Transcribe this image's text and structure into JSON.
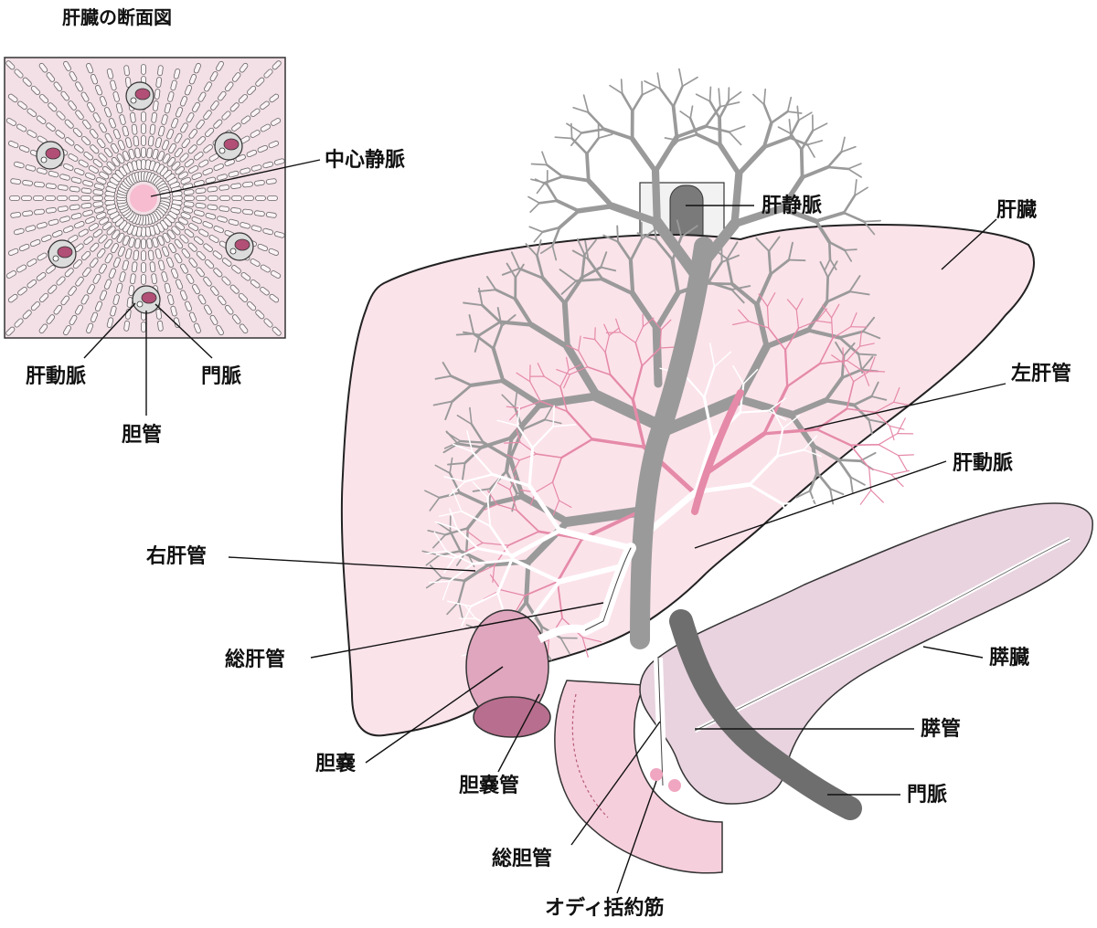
{
  "inset": {
    "title": "肝臓の断面図",
    "labels": {
      "central_vein": "中心静脈",
      "hepatic_artery": "肝動脈",
      "portal_vein": "門脈",
      "bile_duct": "胆管"
    }
  },
  "main": {
    "labels": {
      "hepatic_vein": "肝静脈",
      "liver": "肝臓",
      "left_hepatic_duct": "左肝管",
      "hepatic_artery": "肝動脈",
      "right_hepatic_duct": "右肝管",
      "common_hepatic_duct": "総肝管",
      "pancreas": "膵臓",
      "pancreatic_duct": "膵管",
      "portal_vein": "門脈",
      "gallbladder": "胆嚢",
      "cystic_duct": "胆嚢管",
      "common_bile_duct": "総胆管",
      "sphincter_of_oddi": "オディ括約筋"
    }
  },
  "colors": {
    "liver_fill": "#fbe3ea",
    "pancreas_fill": "#e9d3df",
    "duodenum_fill": "#f6cfdc",
    "vessel_gray": "#9a9a9a",
    "vessel_dark": "#6e6e6e",
    "artery_pink": "#e58aa8",
    "duct_white": "#ffffff",
    "gallbladder_fill": "#d9a0b8",
    "gallbladder_dark": "#b86e8e",
    "central_vein_pink": "#f7c1d3",
    "outline": "#222222"
  }
}
